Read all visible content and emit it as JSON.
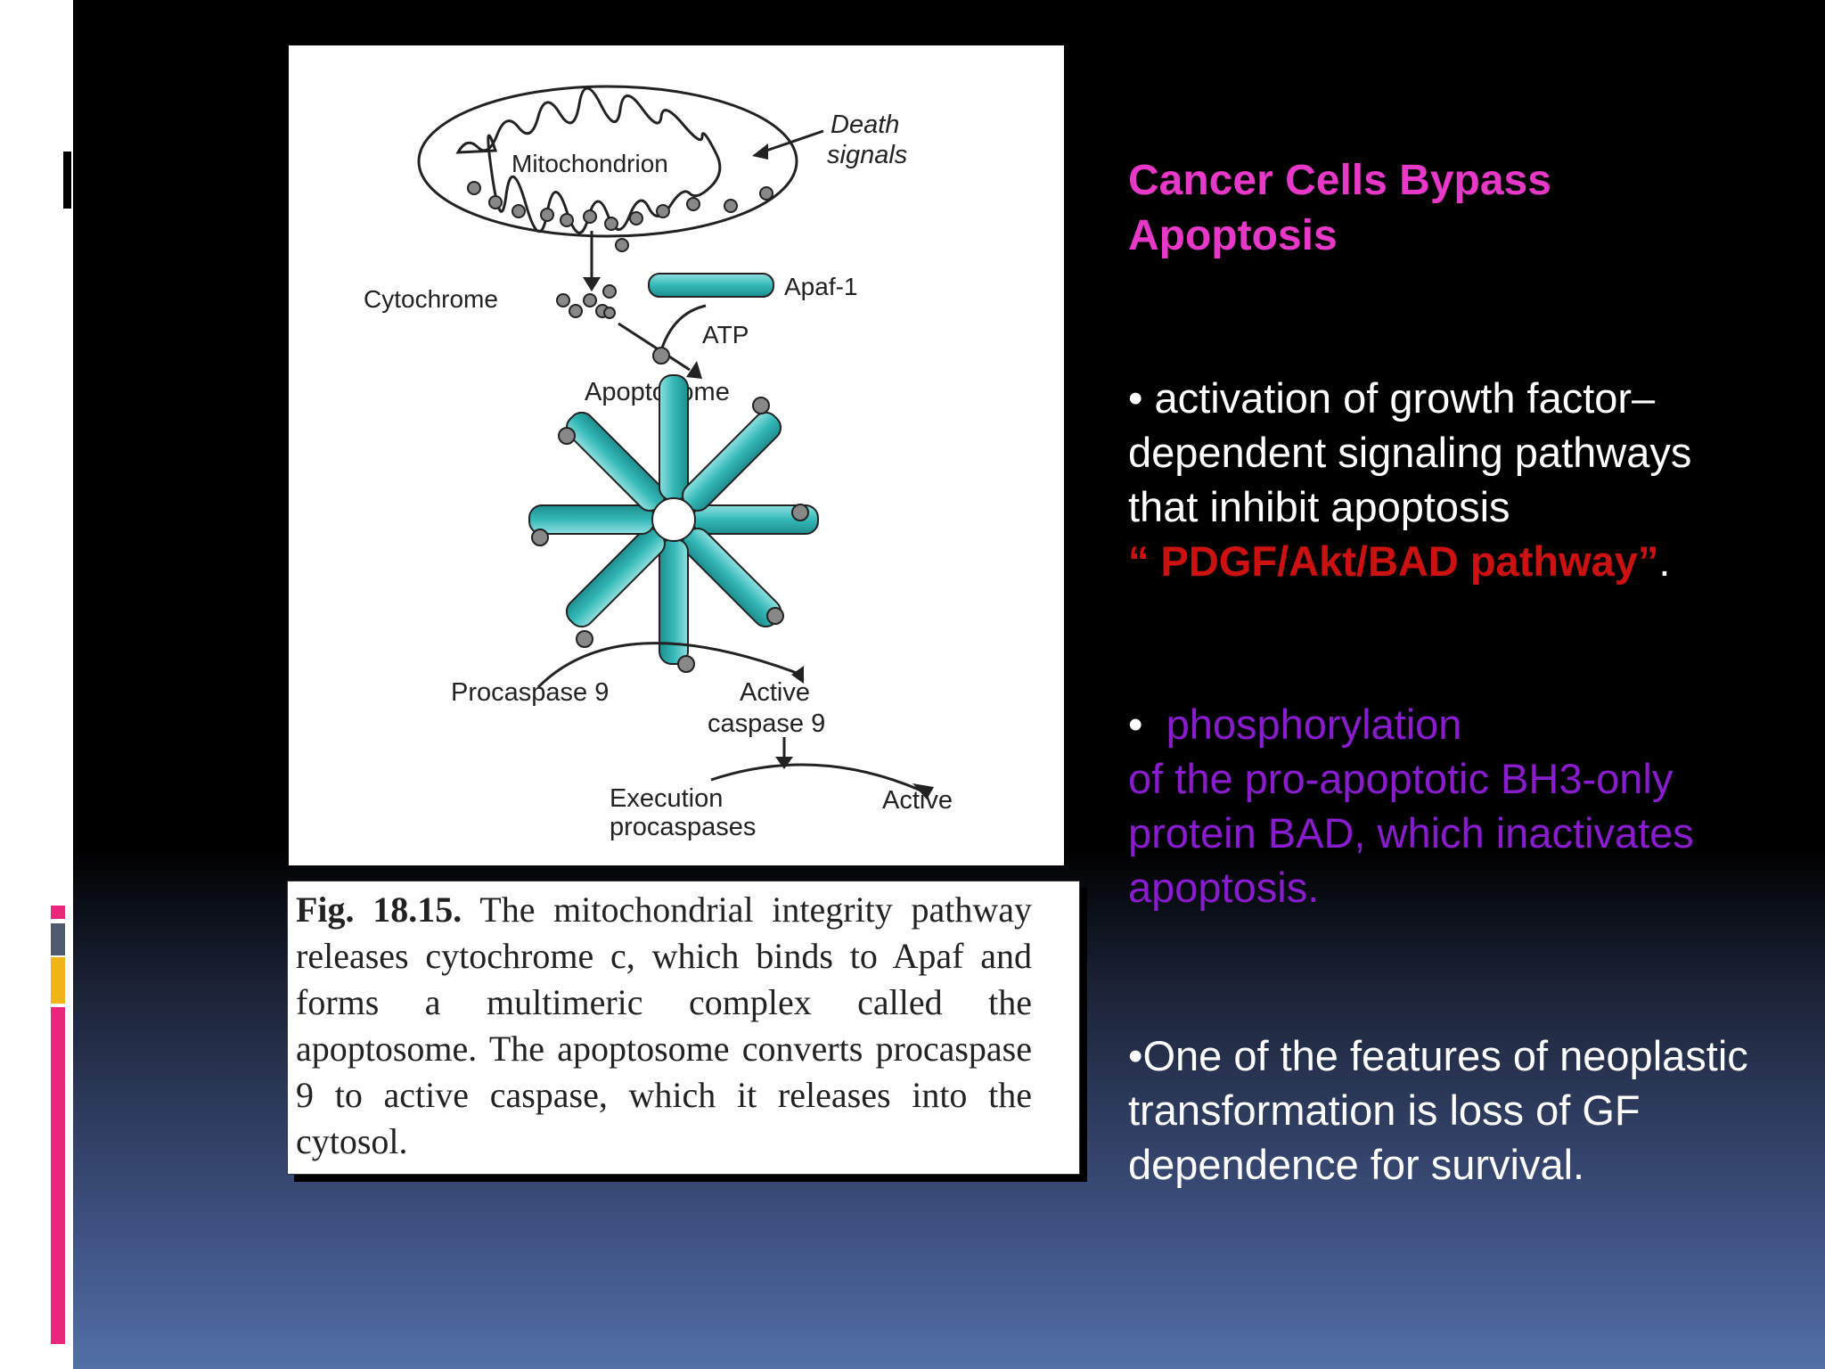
{
  "slide": {
    "colors": {
      "title": "#e838c8",
      "body": "#ffffff",
      "highlight": "#cc1111",
      "phospho": "#8a1ccf",
      "accent_pink": "#e8267a",
      "accent_gray": "#4f5a6e",
      "accent_yellow": "#f2b21a"
    },
    "figure": {
      "labels": {
        "mitochondrion": "Mitochondrion",
        "death": "Death",
        "signals": "signals",
        "cytochrome": "Cytochrome",
        "apaf": "Apaf-1",
        "atp": "ATP",
        "apoptosome": "Apoptosome",
        "procaspase": "Procaspase 9",
        "active1": "Active",
        "caspase9": "caspase 9",
        "execution": "Execution",
        "procaspases": "procaspases",
        "active2": "Active"
      }
    },
    "caption": {
      "fig_number": "Fig. 18.15.",
      "text": "The mitochondrial integrity pathway releases cytochrome c, which binds to Apaf and forms a multimeric complex called the apoptosome. The apoptosome converts procaspase 9 to active caspase, which it releases into the cytosol."
    },
    "title_line1": "Cancer Cells Bypass",
    "title_line2": "Apoptosis",
    "bullet1": {
      "line1": "• activation of growth factor–",
      "line2": "dependent signaling pathways",
      "line3": "that inhibit apoptosis",
      "highlight": " “ PDGF/Akt/BAD pathway”",
      "end": "."
    },
    "bullet2": {
      "marker": "•  ",
      "line1": "phosphorylation",
      "line2": "of the pro-apoptotic BH3-only",
      "line3": "protein BAD, which inactivates",
      "line4": "apoptosis."
    },
    "bullet3": {
      "line1": "•One of the features of neoplastic",
      "line2": "transformation is loss of GF",
      "line3": "dependence for survival."
    }
  }
}
